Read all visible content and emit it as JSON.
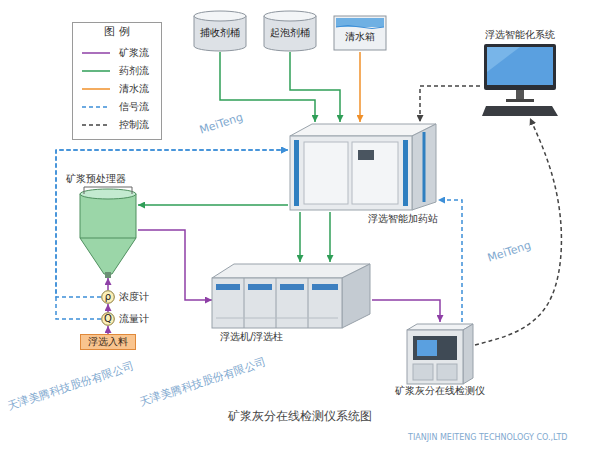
{
  "diagram": {
    "caption": "矿浆灰分在线检测仪系统图",
    "nodes": [
      {
        "text": [
          "捕收剂桶"
        ]
      },
      {
        "text": [
          "起泡剂桶"
        ]
      },
      {
        "text": [
          "清水箱"
        ]
      },
      {
        "text": [
          "浮选智能化系统"
        ]
      },
      {
        "text": [
          "浮选智能加药站"
        ]
      },
      {
        "text": [
          "矿浆预处理器"
        ]
      },
      {
        "text": [
          "ρ",
          "浓度计"
        ]
      },
      {
        "text": [
          "Q",
          "流量计"
        ]
      },
      {
        "text": [
          "浮选入料"
        ]
      },
      {
        "text": [
          "浮选机/浮选柱"
        ]
      },
      {
        "text": [
          "矿浆灰分在线检测仪"
        ]
      }
    ],
    "edges": [
      {
        "from": 0,
        "to": 4,
        "arrow": "to"
      },
      {
        "from": 1,
        "to": 4,
        "arrow": "to"
      },
      {
        "from": 2,
        "to": 4,
        "arrow": "to"
      },
      {
        "from": 3,
        "to": 4,
        "arrow": "to"
      },
      {
        "from": 4,
        "to": 5,
        "arrow": "to"
      },
      {
        "from": 4,
        "to": 9,
        "arrow": "to"
      },
      {
        "from": 4,
        "to": 9,
        "arrow": "to"
      },
      {
        "from": 8,
        "to": 7,
        "arrow": "to"
      },
      {
        "from": 7,
        "to": 6,
        "arrow": "to"
      },
      {
        "from": 6,
        "to": 5,
        "arrow": "to"
      },
      {
        "from": 5,
        "to": 9,
        "arrow": "to"
      },
      {
        "from": 9,
        "to": 10,
        "arrow": "to"
      },
      {
        "from": 6,
        "to": 4,
        "arrow": "to"
      },
      {
        "from": 7,
        "to": 4,
        "arrow": "to"
      },
      {
        "from": 10,
        "to": 4,
        "arrow": "to"
      },
      {
        "from": 10,
        "to": 3,
        "arrow": "to"
      }
    ],
    "labels": [
      "图 例",
      "天津美腾科技股份有限公司",
      "天津美腾科技股份有限公司",
      "MeiTeng",
      "MeiTeng",
      "TIANJIN MEITENG TECHNOLOGY CO.,LTD"
    ],
    "legend": [
      {
        "text": "矿浆流"
      },
      {
        "text": "药剂流"
      },
      {
        "text": "清水流"
      },
      {
        "text": "信号流"
      },
      {
        "text": "控制流"
      }
    ]
  }
}
